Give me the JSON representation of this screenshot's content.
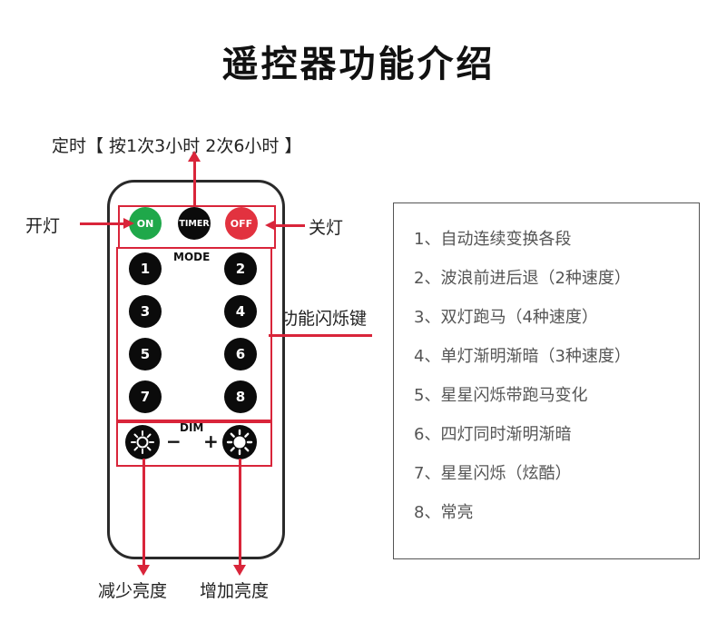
{
  "title": "遥控器功能介绍",
  "callouts": {
    "timer": "定时【 按1次3小时 2次6小时 】",
    "on": "开灯",
    "off": "关灯",
    "modes": "功能闪烁键",
    "dim_minus": "减少亮度",
    "dim_plus": "增加亮度"
  },
  "remote": {
    "on_label": "ON",
    "timer_label": "TIMER",
    "off_label": "OFF",
    "mode_label": "MODE",
    "mode_buttons": [
      "1",
      "2",
      "3",
      "4",
      "5",
      "6",
      "7",
      "8"
    ],
    "dim_label": "DIM",
    "minus": "−",
    "plus": "+"
  },
  "functions": [
    "1、自动连续变换各段",
    "2、波浪前进后退（2种速度）",
    "3、双灯跑马（4种速度）",
    "4、单灯渐明渐暗（3种速度）",
    "5、星星闪烁带跑马变化",
    "6、四灯同时渐明渐暗",
    "7、星星闪烁（炫酷）",
    "8、常亮"
  ],
  "colors": {
    "accent_red": "#d9253a",
    "on_green": "#1fa84a",
    "off_red": "#e2323f"
  },
  "icons": [
    "sun-dim-icon",
    "sun-bright-icon"
  ]
}
